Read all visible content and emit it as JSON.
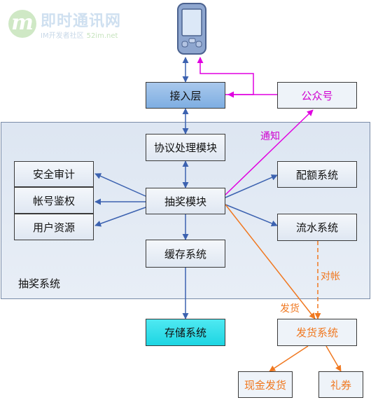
{
  "watermark": {
    "badge": "m",
    "title": "即时通讯网",
    "subtitle": "IM开发者社区",
    "url": "52im.net"
  },
  "nodes": {
    "access_layer": "接入层",
    "public_account": "公众号",
    "protocol_module": "协议处理模块",
    "lottery_module": "抽奖模块",
    "security_audit": "安全审计",
    "account_auth": "帐号鉴权",
    "user_resources": "用户资源",
    "quota_system": "配额系统",
    "flow_system": "流水系统",
    "cache_system": "缓存系统",
    "storage_system": "存储系统",
    "delivery_system": "发货系统",
    "cash_delivery": "现金发货",
    "gift_voucher": "礼券"
  },
  "edge_labels": {
    "notify": "通知",
    "reconcile": "对帐",
    "deliver": "发货"
  },
  "container_label": "抽奖系统",
  "icons": {
    "device": "mobile-phone-icon"
  },
  "colors": {
    "blue_line": "#3c62b0",
    "magenta_line": "#e000e0",
    "orange_line": "#f07820",
    "access_fill": "#8db6e6",
    "storage_fill": "#26dbe6"
  }
}
